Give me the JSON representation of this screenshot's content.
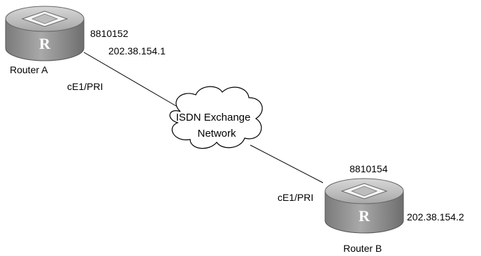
{
  "router_a": {
    "name": "Router A",
    "number": "8810152",
    "ip": "202.38.154.1",
    "interface": "cE1/PRI",
    "badge": "R"
  },
  "router_b": {
    "name": "Router B",
    "number": "8810154",
    "ip": "202.38.154.2",
    "interface": "cE1/PRI",
    "badge": "R"
  },
  "network": {
    "line1": "ISDN Exchange",
    "line2": "Network"
  },
  "icons": {
    "router": "router-icon",
    "cloud": "cloud-icon"
  },
  "colors": {
    "router_body": "#8f8f8f",
    "router_top": "#c6c6c6",
    "line": "#000000"
  }
}
